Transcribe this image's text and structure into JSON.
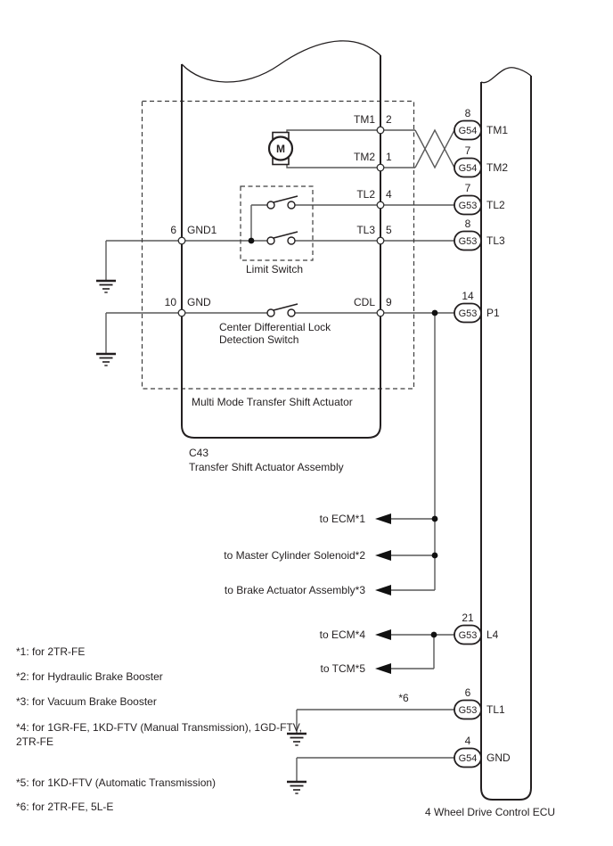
{
  "colors": {
    "background": "#ffffff",
    "wire": "#595959",
    "outline": "#231f20",
    "text": "#231f20"
  },
  "actuator": {
    "code": "C43",
    "name": "Transfer Shift Actuator Assembly",
    "inner_label": "Multi Mode Transfer Shift Actuator",
    "motor_label": "M",
    "limit_switch_label": "Limit Switch",
    "cdl_label_line1": "Center Differential Lock",
    "cdl_label_line2": "Detection Switch",
    "left_pins": [
      {
        "number": "6",
        "label": "GND1"
      },
      {
        "number": "10",
        "label": "GND"
      }
    ],
    "right_pins": [
      {
        "label": "TM1",
        "number": "2"
      },
      {
        "label": "TM2",
        "number": "1"
      },
      {
        "label": "TL2",
        "number": "4"
      },
      {
        "label": "TL3",
        "number": "5"
      },
      {
        "label": "CDL",
        "number": "9"
      }
    ]
  },
  "ecu": {
    "name": "4 Wheel Drive Control ECU",
    "pins": [
      {
        "pin": "8",
        "connector": "G54",
        "label": "TM1"
      },
      {
        "pin": "7",
        "connector": "G54",
        "label": "TM2"
      },
      {
        "pin": "7",
        "connector": "G53",
        "label": "TL2"
      },
      {
        "pin": "8",
        "connector": "G53",
        "label": "TL3"
      },
      {
        "pin": "14",
        "connector": "G53",
        "label": "P1"
      },
      {
        "pin": "21",
        "connector": "G53",
        "label": "L4"
      },
      {
        "pin": "6",
        "connector": "G53",
        "label": "TL1"
      },
      {
        "pin": "4",
        "connector": "G54",
        "label": "GND"
      }
    ]
  },
  "branches": [
    {
      "label": "to ECM*1"
    },
    {
      "label": "to Master Cylinder Solenoid*2"
    },
    {
      "label": "to Brake Actuator Assembly*3"
    },
    {
      "label": "to ECM*4"
    },
    {
      "label": "to TCM*5"
    }
  ],
  "wire_note": "*6",
  "footnotes": [
    {
      "text": "*1: for 2TR-FE"
    },
    {
      "text": "*2: for Hydraulic Brake Booster"
    },
    {
      "text": "*3: for Vacuum Brake Booster"
    },
    {
      "text": "*4: for 1GR-FE, 1KD-FTV (Manual Transmission), 1GD-FTV, 2TR-FE"
    },
    {
      "text": "*5: for 1KD-FTV (Automatic Transmission)"
    },
    {
      "text": "*6: for 2TR-FE, 5L-E"
    }
  ]
}
